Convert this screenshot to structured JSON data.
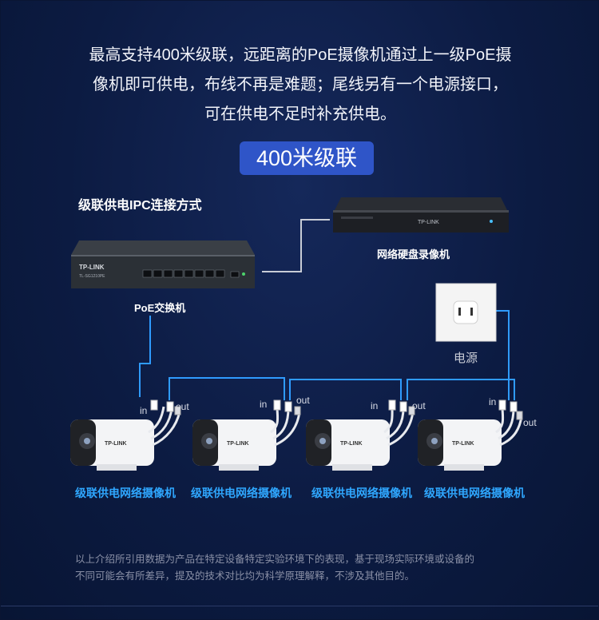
{
  "intro": {
    "line1": "最高支持400米级联，远距离的PoE摄像机通过上一级PoE摄",
    "line2": "像机即可供电，布线不再是难题；尾线另有一个电源接口，",
    "line3": "可在供电不足时补充供电。"
  },
  "badge": "400米级联",
  "section_title": "级联供电IPC连接方式",
  "switch": {
    "label": "PoE交换机",
    "brand": "TP-LINK",
    "model": "TL-SG1210PE"
  },
  "nvr": {
    "label": "网络硬盘录像机",
    "brand": "TP-LINK"
  },
  "power": {
    "label": "电源"
  },
  "cameras": [
    {
      "label": "级联供电网络摄像机",
      "brand": "TP-LINK",
      "in": "in",
      "out": "out"
    },
    {
      "label": "级联供电网络摄像机",
      "brand": "TP-LINK",
      "in": "in",
      "out": "out"
    },
    {
      "label": "级联供电网络摄像机",
      "brand": "TP-LINK",
      "in": "in",
      "out": "out"
    },
    {
      "label": "级联供电网络摄像机",
      "brand": "TP-LINK",
      "in": "in",
      "out": "out"
    }
  ],
  "footnote": {
    "line1": "以上介绍所引用数据为产品在特定设备特定实验环境下的表现，基于现场实际环境或设备的",
    "line2": "不同可能会有所差异，提及的技术对比均为科学原理解释，不涉及其他目的。"
  },
  "colors": {
    "cable": "#2f9bff",
    "badge": "#2f55c8",
    "camera_label": "#2fa7ff",
    "background": "#0c1b42"
  }
}
